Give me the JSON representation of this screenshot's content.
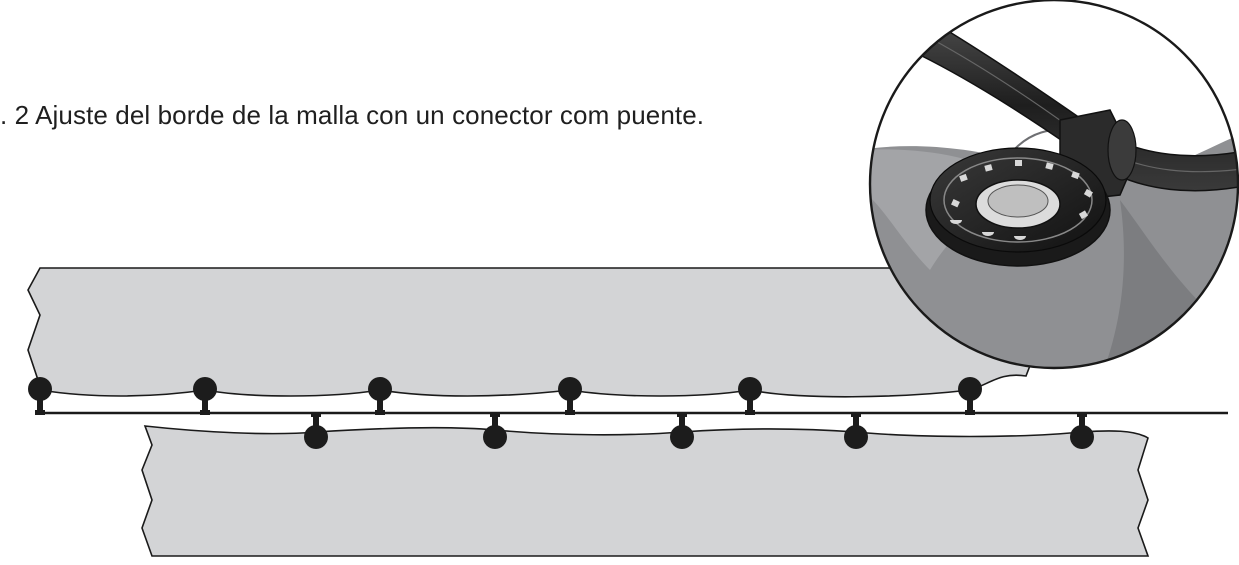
{
  "caption": ". 2  Ajuste del borde de la malla con un conector com puente.",
  "colors": {
    "panel_fill": "#d3d4d6",
    "line": "#1a1a1a",
    "connector": "#1c1c1c",
    "detail_background": "#8f9093",
    "detail_shadow": "#6e6f72",
    "detail_strap": "#2a2a2a"
  },
  "diagram": {
    "upper_panel_connector_count": 6,
    "lower_panel_connector_count": 5,
    "detail_inset": "magnified-connector-view"
  }
}
